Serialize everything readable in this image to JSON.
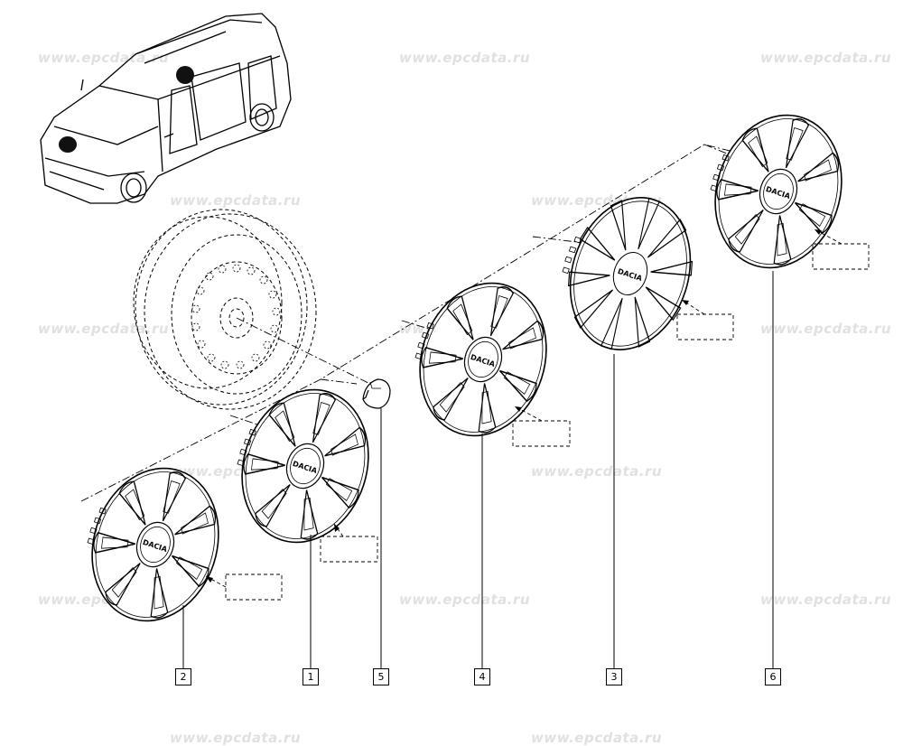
{
  "watermark": "www.epcdata.ru",
  "callouts": [
    {
      "name": "callout-2",
      "label": "2"
    },
    {
      "name": "callout-1",
      "label": "1"
    },
    {
      "name": "callout-5",
      "label": "5"
    },
    {
      "name": "callout-4",
      "label": "4"
    },
    {
      "name": "callout-3",
      "label": "3"
    },
    {
      "name": "callout-6",
      "label": "6"
    }
  ],
  "brand_text": "DACIA"
}
